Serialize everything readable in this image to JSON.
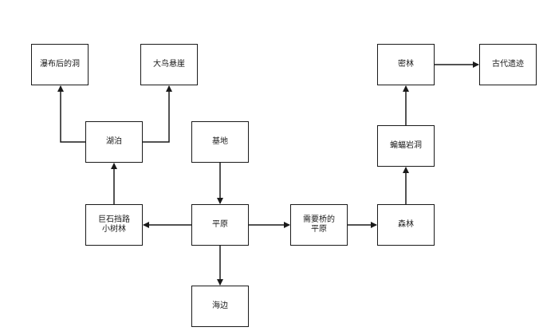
{
  "nodes": {
    "waterfall_cave": "瀑布后的洞",
    "big_bird_cliff": "大鸟悬崖",
    "jungle": "密林",
    "ancient_ruins": "古代遗迹",
    "lake": "湖泊",
    "base": "基地",
    "bat_cave": "蝙蝠岩洞",
    "boulder_grove": "巨石挡路\n小树林",
    "plain": "平原",
    "bridge_plain": "需要桥的\n平原",
    "forest": "森林",
    "seaside": "海边"
  },
  "colors": {
    "line": "#1a1a1a",
    "box_border": "#1a1a1a",
    "background": "#ffffff"
  }
}
